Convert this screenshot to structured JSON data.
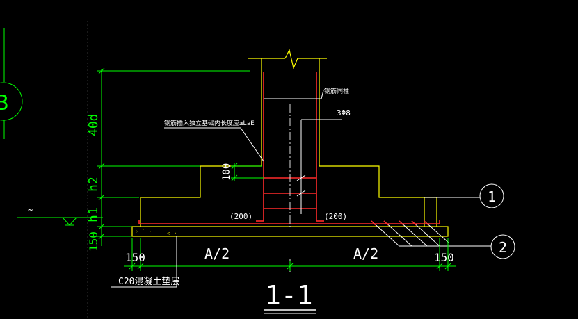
{
  "colors": {
    "background": "#000000",
    "dimension": "#00ff00",
    "outline": "#ffff00",
    "rebar": "#ff2a2a",
    "annotation": "#ffffff",
    "center": "#dddddd"
  },
  "labels": {
    "grid_axis": "B",
    "dim_40d": "40d",
    "dim_h2": "h2",
    "dim_h1": "h1",
    "dim_150_left": "150",
    "dim_100": "100",
    "dim_150_bottom_left": "150",
    "dim_a_half_left": "A/2",
    "dim_a_half_right": "A/2",
    "dim_150_bottom_right": "150",
    "note_anchorage": "钢筋插入独立基础内长度应≥LaE",
    "note_column": "钢筋同柱",
    "stirrup": "3Φ8",
    "spacing_left": "(200)",
    "spacing_right": "(200)",
    "callout_1": "1",
    "callout_2": "2",
    "cushion_note": "C20混凝土垫层",
    "section_title": "1-1",
    "water_mark": "~"
  }
}
